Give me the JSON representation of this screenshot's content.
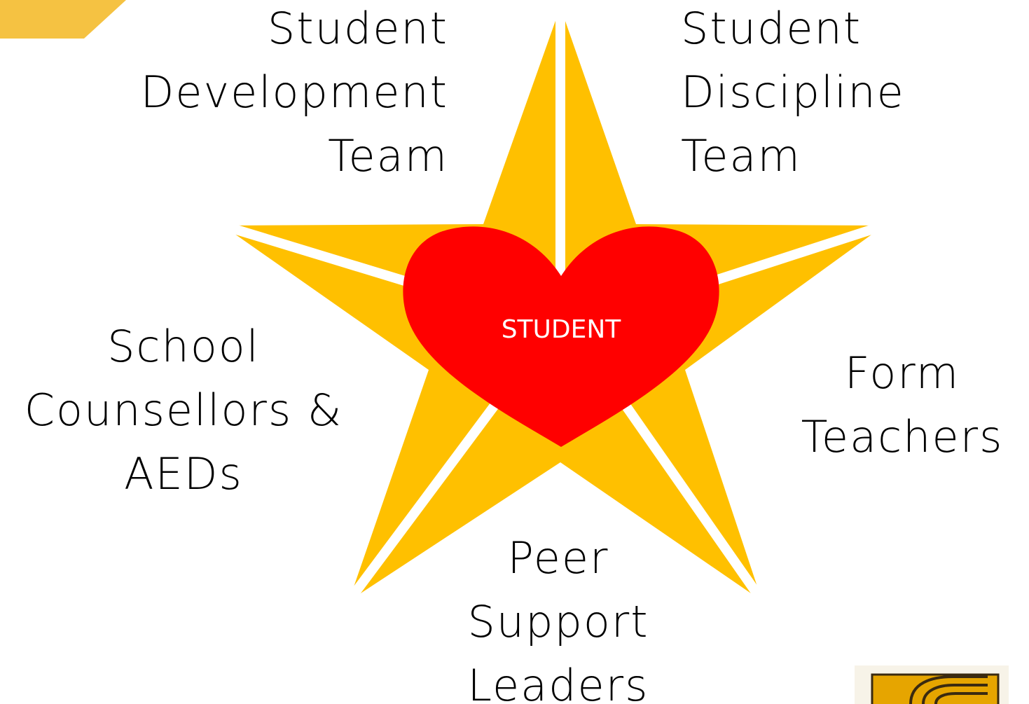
{
  "center": {
    "label": "STUDENT"
  },
  "points": {
    "top_left": [
      "Student",
      "Development",
      "Team"
    ],
    "top_right": [
      "Student",
      "Discipline",
      "Team"
    ],
    "left": [
      "School",
      "Counsellors &",
      "AEDs"
    ],
    "right": [
      "Form",
      "Teachers"
    ],
    "bottom": [
      "Peer",
      "Support",
      "Leaders"
    ]
  },
  "colors": {
    "star": "#FFC000",
    "heart": "#FF0000",
    "divider": "#FFFFFF",
    "corner_accent": "#F5C242",
    "text": "#000000",
    "center_text": "#FFFFFF"
  },
  "icons": {
    "corner": "decorative-corner-tab",
    "logo": "school-logo-partial"
  }
}
